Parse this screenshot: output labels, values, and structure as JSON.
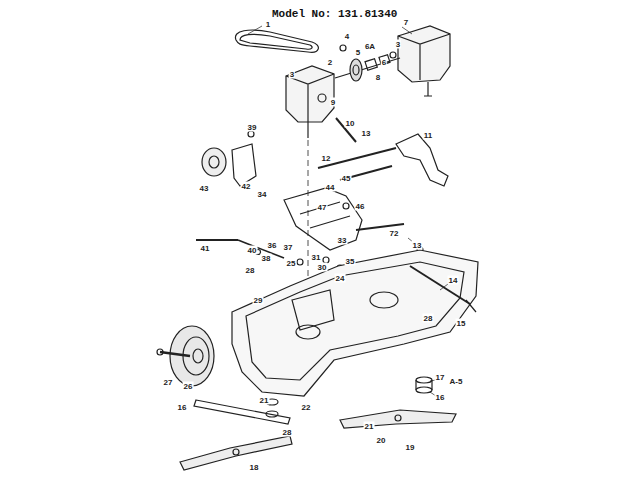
{
  "diagram": {
    "title": "Model No: 131.81340",
    "labels": [
      "1",
      "7",
      "4",
      "6A",
      "5",
      "3",
      "2",
      "6",
      "8",
      "3",
      "9",
      "39",
      "10",
      "11",
      "13",
      "12",
      "43",
      "42",
      "44",
      "34",
      "45",
      "46",
      "47",
      "41",
      "40",
      "36",
      "37",
      "38",
      "28",
      "33",
      "72",
      "25",
      "31",
      "30",
      "35",
      "24",
      "13",
      "14",
      "15",
      "28",
      "29",
      "27",
      "26",
      "17",
      "16",
      "A-5",
      "21",
      "22",
      "28",
      "21",
      "20",
      "19",
      "18",
      "16"
    ]
  }
}
